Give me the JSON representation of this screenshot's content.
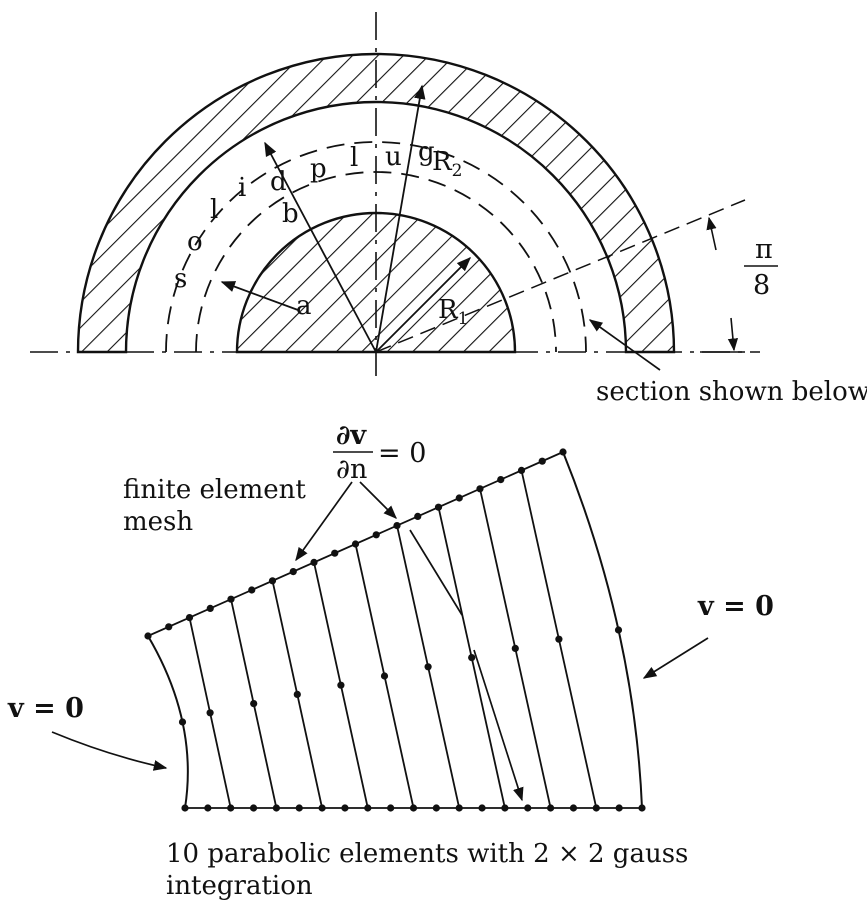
{
  "top": {
    "plug_letters": [
      "s",
      "o",
      "l",
      "i",
      "d",
      "p",
      "l",
      "u",
      "g"
    ],
    "label_b": "b",
    "label_a": "a",
    "label_R2": "R",
    "label_R2_sub": "2",
    "label_R1": "R",
    "label_R1_sub": "1",
    "angle_num": "π",
    "angle_den": "8",
    "section_label": "section shown below"
  },
  "bottom": {
    "bc_top_num": "∂v",
    "bc_top_den": "∂n",
    "bc_top_rhs": "= 0",
    "mesh_label_line1": "finite element",
    "mesh_label_line2": "mesh",
    "bc_right": "v = 0",
    "bc_left": "v = 0",
    "caption_line1": "10 parabolic elements with 2 × 2 gauss",
    "caption_line2": "integration",
    "element_count": 10
  },
  "colors": {
    "ink": "#111111",
    "background": "#ffffff"
  }
}
